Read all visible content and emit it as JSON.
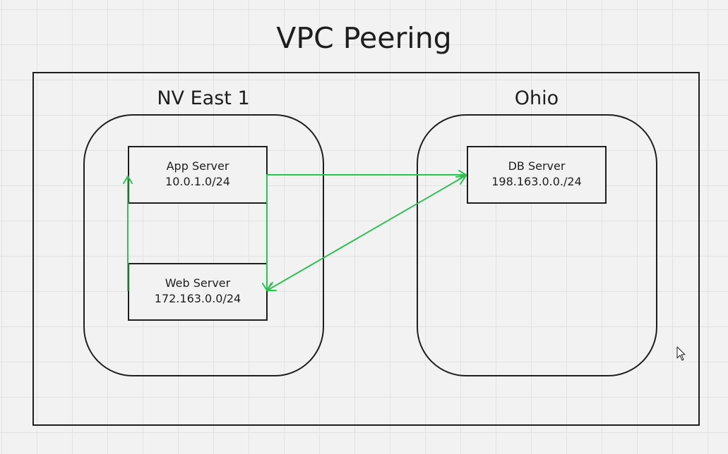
{
  "diagram": {
    "title": "VPC Peering",
    "regions": [
      {
        "label": "NV East 1",
        "servers": [
          {
            "name": "App Server",
            "cidr": "10.0.1.0/24"
          },
          {
            "name": "Web Server",
            "cidr": "172.163.0.0/24"
          }
        ]
      },
      {
        "label": "Ohio",
        "servers": [
          {
            "name": "DB Server",
            "cidr": "198.163.0.0./24"
          }
        ]
      }
    ],
    "connections": [
      {
        "from": "Web Server",
        "to": "App Server"
      },
      {
        "from": "App Server",
        "to": "Web Server"
      },
      {
        "from": "App Server",
        "to": "DB Server"
      },
      {
        "from": "Web Server",
        "to": "DB Server"
      },
      {
        "from": "DB Server",
        "to": "Web Server"
      }
    ],
    "colors": {
      "stroke": "#1e1e1e",
      "arrow": "#2fbf55",
      "background": "#f2f2f2",
      "grid": "#e2e2e2"
    }
  }
}
